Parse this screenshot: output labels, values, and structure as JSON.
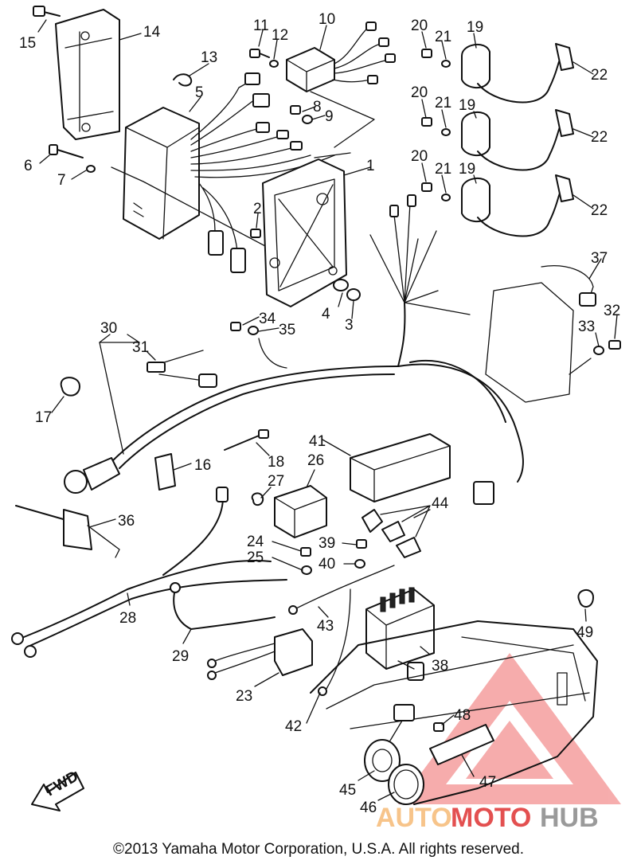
{
  "callouts": [
    "1",
    "2",
    "3",
    "4",
    "5",
    "6",
    "7",
    "8",
    "9",
    "10",
    "11",
    "12",
    "13",
    "14",
    "15",
    "16",
    "17",
    "18",
    "19",
    "20",
    "21",
    "22",
    "23",
    "24",
    "25",
    "26",
    "27",
    "28",
    "29",
    "30",
    "31",
    "32",
    "33",
    "34",
    "35",
    "36",
    "37",
    "38",
    "39",
    "40",
    "41",
    "42",
    "43",
    "44",
    "45",
    "46",
    "47",
    "48",
    "49"
  ],
  "fwd_label": "FWD",
  "watermark": {
    "part1": "AUTO",
    "part2": "MOTO",
    "part3": "HUB"
  },
  "copyright": "©2013 Yamaha Motor Corporation, U.S.A. All rights reserved."
}
